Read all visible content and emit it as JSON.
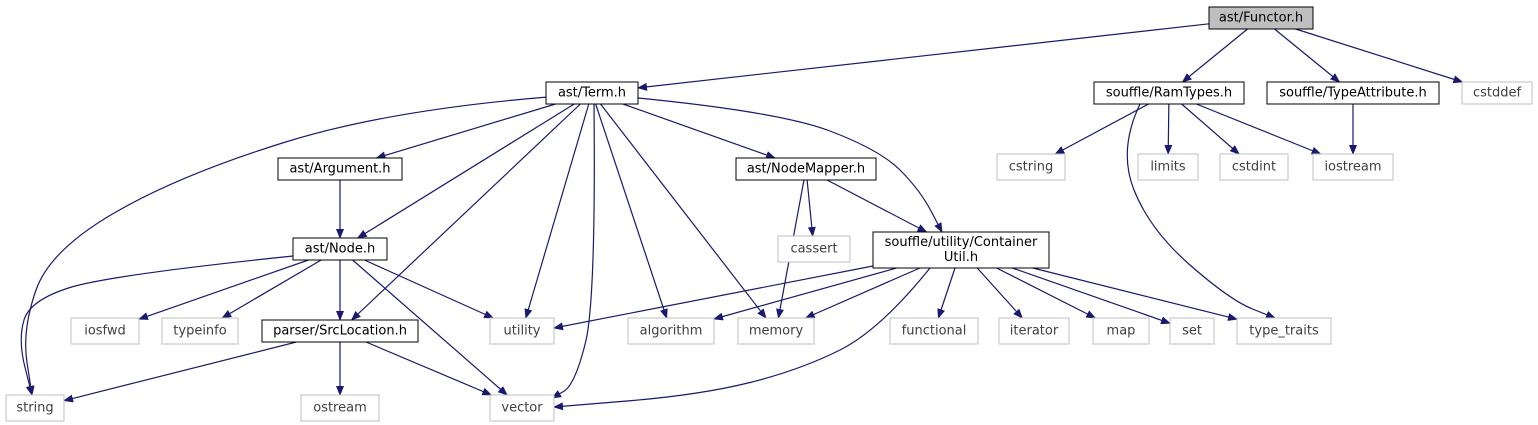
{
  "colors": {
    "edge": "#191970",
    "root_fill": "#bfbfbf",
    "root_stroke": "#000000",
    "internal_stroke": "#000000",
    "external_stroke": "#bfbfbf",
    "external_text": "#3f3f3f",
    "text": "#000000"
  },
  "nodes": [
    {
      "id": "functor",
      "kind": "root",
      "lines": [
        "ast/Functor.h"
      ]
    },
    {
      "id": "term",
      "kind": "internal",
      "lines": [
        "ast/Term.h"
      ]
    },
    {
      "id": "ramtypes",
      "kind": "internal",
      "lines": [
        "souffle/RamTypes.h"
      ]
    },
    {
      "id": "typeattr",
      "kind": "internal",
      "lines": [
        "souffle/TypeAttribute.h"
      ]
    },
    {
      "id": "cstddef",
      "kind": "external",
      "lines": [
        "cstddef"
      ]
    },
    {
      "id": "argument",
      "kind": "internal",
      "lines": [
        "ast/Argument.h"
      ]
    },
    {
      "id": "nodemapper",
      "kind": "internal",
      "lines": [
        "ast/NodeMapper.h"
      ]
    },
    {
      "id": "cstring",
      "kind": "external",
      "lines": [
        "cstring"
      ]
    },
    {
      "id": "limits",
      "kind": "external",
      "lines": [
        "limits"
      ]
    },
    {
      "id": "cstdint",
      "kind": "external",
      "lines": [
        "cstdint"
      ]
    },
    {
      "id": "iostream",
      "kind": "external",
      "lines": [
        "iostream"
      ]
    },
    {
      "id": "node",
      "kind": "internal",
      "lines": [
        "ast/Node.h"
      ]
    },
    {
      "id": "cassert",
      "kind": "external",
      "lines": [
        "cassert"
      ]
    },
    {
      "id": "containerutil",
      "kind": "internal",
      "lines": [
        "souffle/utility/Container",
        "Util.h"
      ]
    },
    {
      "id": "iosfwd",
      "kind": "external",
      "lines": [
        "iosfwd"
      ]
    },
    {
      "id": "typeinfo",
      "kind": "external",
      "lines": [
        "typeinfo"
      ]
    },
    {
      "id": "srclocation",
      "kind": "internal",
      "lines": [
        "parser/SrcLocation.h"
      ]
    },
    {
      "id": "utility",
      "kind": "external",
      "lines": [
        "utility"
      ]
    },
    {
      "id": "algorithm",
      "kind": "external",
      "lines": [
        "algorithm"
      ]
    },
    {
      "id": "memory",
      "kind": "external",
      "lines": [
        "memory"
      ]
    },
    {
      "id": "functional",
      "kind": "external",
      "lines": [
        "functional"
      ]
    },
    {
      "id": "iterator",
      "kind": "external",
      "lines": [
        "iterator"
      ]
    },
    {
      "id": "map",
      "kind": "external",
      "lines": [
        "map"
      ]
    },
    {
      "id": "set",
      "kind": "external",
      "lines": [
        "set"
      ]
    },
    {
      "id": "typetraits",
      "kind": "external",
      "lines": [
        "type_traits"
      ]
    },
    {
      "id": "string",
      "kind": "external",
      "lines": [
        "string"
      ]
    },
    {
      "id": "ostream",
      "kind": "external",
      "lines": [
        "ostream"
      ]
    },
    {
      "id": "vector",
      "kind": "external",
      "lines": [
        "vector"
      ]
    }
  ],
  "edges": [
    [
      "functor",
      "term"
    ],
    [
      "functor",
      "ramtypes"
    ],
    [
      "functor",
      "typeattr"
    ],
    [
      "functor",
      "cstddef"
    ],
    [
      "term",
      "argument"
    ],
    [
      "term",
      "node"
    ],
    [
      "term",
      "nodemapper"
    ],
    [
      "term",
      "containerutil"
    ],
    [
      "term",
      "srclocation"
    ],
    [
      "term",
      "utility"
    ],
    [
      "term",
      "algorithm"
    ],
    [
      "term",
      "memory"
    ],
    [
      "term",
      "string"
    ],
    [
      "term",
      "vector"
    ],
    [
      "ramtypes",
      "cstring"
    ],
    [
      "ramtypes",
      "limits"
    ],
    [
      "ramtypes",
      "cstdint"
    ],
    [
      "ramtypes",
      "iostream"
    ],
    [
      "ramtypes",
      "typetraits"
    ],
    [
      "typeattr",
      "iostream"
    ],
    [
      "argument",
      "node"
    ],
    [
      "nodemapper",
      "cassert"
    ],
    [
      "nodemapper",
      "containerutil"
    ],
    [
      "nodemapper",
      "memory"
    ],
    [
      "node",
      "iosfwd"
    ],
    [
      "node",
      "typeinfo"
    ],
    [
      "node",
      "srclocation"
    ],
    [
      "node",
      "utility"
    ],
    [
      "node",
      "string"
    ],
    [
      "node",
      "vector"
    ],
    [
      "containerutil",
      "utility"
    ],
    [
      "containerutil",
      "algorithm"
    ],
    [
      "containerutil",
      "memory"
    ],
    [
      "containerutil",
      "functional"
    ],
    [
      "containerutil",
      "iterator"
    ],
    [
      "containerutil",
      "map"
    ],
    [
      "containerutil",
      "set"
    ],
    [
      "containerutil",
      "typetraits"
    ],
    [
      "containerutil",
      "vector"
    ],
    [
      "srclocation",
      "string"
    ],
    [
      "srclocation",
      "ostream"
    ],
    [
      "srclocation",
      "vector"
    ]
  ]
}
